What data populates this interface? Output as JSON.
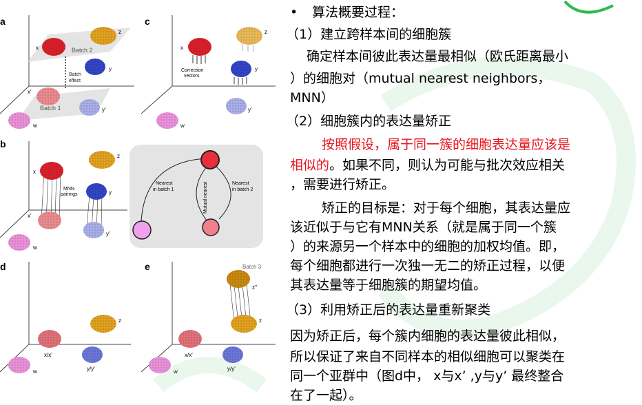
{
  "figure": {
    "panel_labels": {
      "a": "a",
      "b": "b",
      "c": "c",
      "d": "d",
      "e": "e"
    },
    "labels": {
      "batch2": "Batch 2",
      "batch1": "Batch 1",
      "batch3": "Batch 3",
      "batch_effect_1": "Batch",
      "batch_effect_2": "effect",
      "correction_1": "Correction",
      "correction_2": "vectors",
      "mnn_1": "MNN",
      "mnn_2": "pairings",
      "nearest_b1_1": "Nearest",
      "nearest_b1_2": "in batch 1",
      "nearest_b2_1": "Nearest",
      "nearest_b2_2": "in batch 2",
      "mutual": "Mutual nearest",
      "x": "x",
      "y": "y",
      "z": "z",
      "w": "w",
      "xp": "x'",
      "yp": "y'",
      "zpp": "z''",
      "xxp": "x/x'",
      "yyp": "y/y'"
    },
    "colors": {
      "red": "#d8202a",
      "blue": "#3344c4",
      "gold": "#e0a020",
      "pink": "#e890d8",
      "light_red": "#e88a8e",
      "light_blue": "#a8aee6"
    }
  },
  "text": {
    "line1_bullet": "•",
    "line1": "算法概要过程：",
    "line2": "（1）建立跨样本间的细胞簇",
    "line3": "确定样本间彼此表达量最相似（欧氏距离最小",
    "line4": "）的细胞对（mutual nearest neighbors，",
    "line5": "MNN）",
    "line6": "（2）细胞簇内的表达量矫正",
    "line7_red": "按照假设，属于同一簇的细胞表达量应该是",
    "line8_red": "相似的",
    "line8_rest": "。如果不同，则认为可能与批次效应相关",
    "line9": "，需要进行矫正。",
    "line10": "矫正的目标是：对于每个细胞，其表达量应",
    "line11": "该近似于与它有MNN关系（就是属于同一个簇",
    "line12": "）的来源另一个样本中的细胞的加权均值。即，",
    "line13": "每个细胞都进行一次独一无二的矫正过程，以便",
    "line14": "其表达量等于细胞簇的期望均值。",
    "line15": "（3）利用矫正后的表达量重新聚类",
    "line16": "因为矫正后，每个簇内细胞的表达量彼此相似，",
    "line17": "所以保证了来自不同样本的相似细胞可以聚类在",
    "line18": "同一个亚群中（图d中， x与x’ ,y与y’ 最终整合",
    "line19": "在了一起）。"
  }
}
